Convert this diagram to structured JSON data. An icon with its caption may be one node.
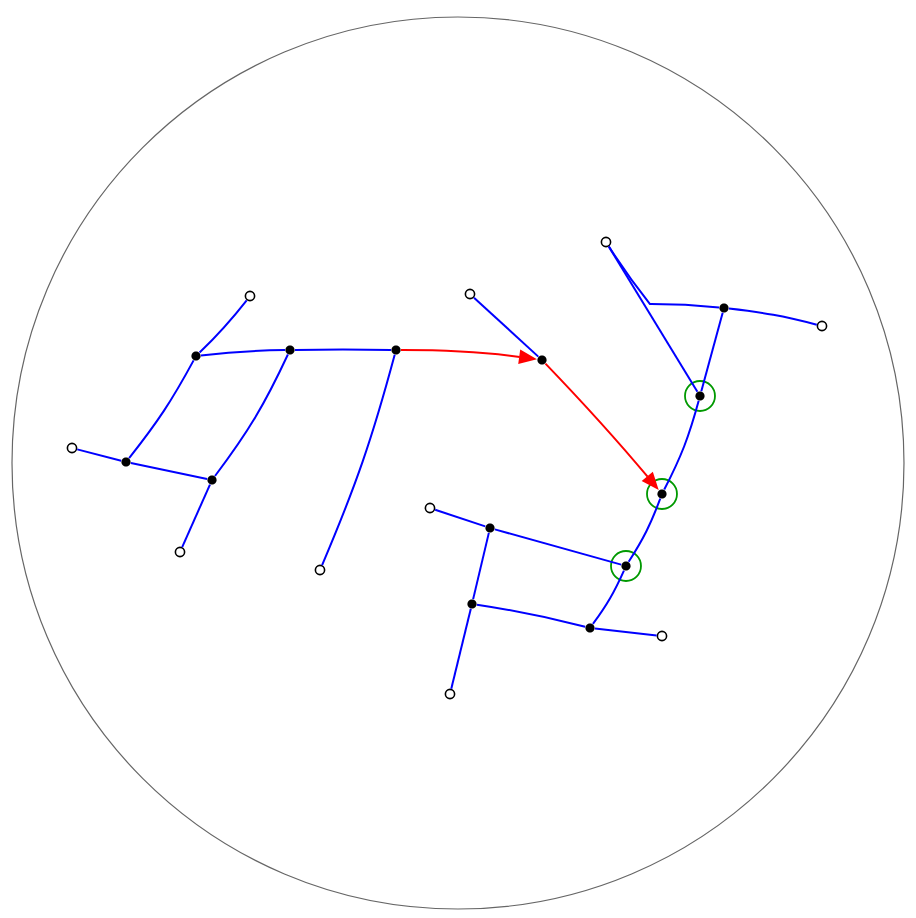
{
  "diagram": {
    "nodes": [
      {
        "text": [],
        "shape": "circle"
      },
      {
        "text": [],
        "shape": "dot"
      },
      {
        "text": [],
        "shape": "dot"
      },
      {
        "text": [],
        "shape": "dot"
      },
      {
        "text": [],
        "shape": "circle"
      },
      {
        "text": [],
        "shape": "dot"
      },
      {
        "text": [],
        "shape": "dot"
      },
      {
        "text": [],
        "shape": "circle"
      },
      {
        "text": [],
        "shape": "circle"
      },
      {
        "text": [],
        "shape": "circle"
      },
      {
        "text": [],
        "shape": "dot"
      },
      {
        "text": [],
        "shape": "circle"
      },
      {
        "text": [],
        "shape": "dot"
      },
      {
        "text": [],
        "shape": "circle"
      },
      {
        "text": [],
        "shape": "ring"
      },
      {
        "text": [],
        "shape": "ring"
      },
      {
        "text": [],
        "shape": "circle"
      },
      {
        "text": [],
        "shape": "dot"
      },
      {
        "text": [],
        "shape": "ring"
      },
      {
        "text": [],
        "shape": "dot"
      },
      {
        "text": [],
        "shape": "dot"
      },
      {
        "text": [],
        "shape": "circle"
      },
      {
        "text": [],
        "shape": "circle"
      }
    ],
    "edges": [
      {
        "from": 0,
        "to": 1,
        "arrow": "none"
      },
      {
        "from": 1,
        "to": 2,
        "arrow": "none"
      },
      {
        "from": 2,
        "to": 3,
        "arrow": "none"
      },
      {
        "from": 1,
        "to": 5,
        "arrow": "none"
      },
      {
        "from": 4,
        "to": 5,
        "arrow": "none"
      },
      {
        "from": 5,
        "to": 6,
        "arrow": "none"
      },
      {
        "from": 2,
        "to": 6,
        "arrow": "none"
      },
      {
        "from": 6,
        "to": 7,
        "arrow": "none"
      },
      {
        "from": 3,
        "to": 8,
        "arrow": "none"
      },
      {
        "from": 3,
        "to": 10,
        "arrow": "to",
        "color": "#ff0000"
      },
      {
        "from": 9,
        "to": 10,
        "arrow": "none"
      },
      {
        "from": 10,
        "to": 15,
        "arrow": "to",
        "color": "#ff0000"
      },
      {
        "from": 11,
        "to": 14,
        "arrow": "none"
      },
      {
        "from": 12,
        "to": 11,
        "arrow": "none"
      },
      {
        "from": 12,
        "to": 13,
        "arrow": "none"
      },
      {
        "from": 12,
        "to": 14,
        "arrow": "none"
      },
      {
        "from": 14,
        "to": 15,
        "arrow": "none"
      },
      {
        "from": 15,
        "to": 18,
        "arrow": "none"
      },
      {
        "from": 18,
        "to": 20,
        "arrow": "none"
      },
      {
        "from": 16,
        "to": 17,
        "arrow": "none"
      },
      {
        "from": 17,
        "to": 18,
        "arrow": "none"
      },
      {
        "from": 17,
        "to": 19,
        "arrow": "none"
      },
      {
        "from": 19,
        "to": 22,
        "arrow": "none"
      },
      {
        "from": 19,
        "to": 20,
        "arrow": "none"
      },
      {
        "from": 20,
        "to": 21,
        "arrow": "none"
      }
    ]
  }
}
